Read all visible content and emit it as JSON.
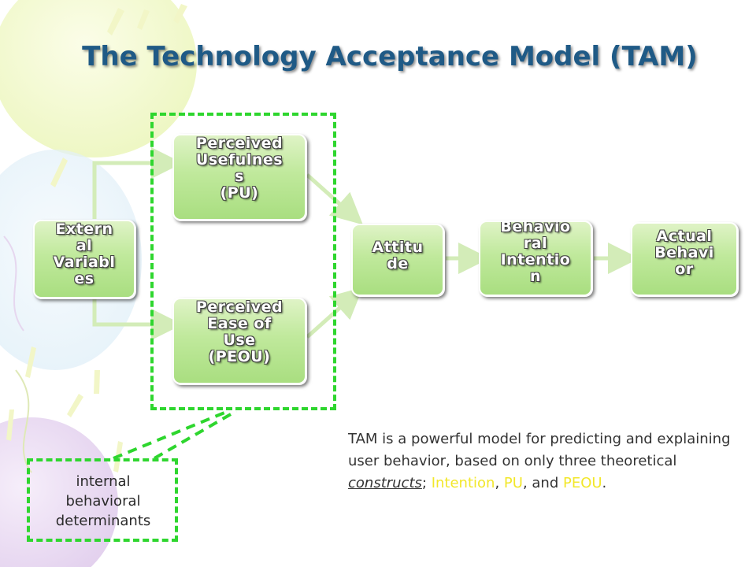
{
  "title": "The Technology Acceptance Model (TAM)",
  "nodes": {
    "external": "Extern\nal\nVariabl\nes",
    "pu": "Perceived\nUsefulnes\ns\n(PU)",
    "peou": "Perceived\nEase of\nUse\n(PEOU)",
    "attitude": "Attitu\nde",
    "intention": "Behavio\nral\nIntentio\nn",
    "actual": "Actual\nBehavi\nor"
  },
  "determinants_label": "internal\nbehavioral\ndeterminants",
  "description": {
    "part1": "TAM is a powerful model for predicting and explaining user behavior, based on only three  theoretical ",
    "constructs": "constructs",
    "sep1": "; ",
    "intention": "Intention",
    "sep2": ", ",
    "pu": "PU",
    "sep3": ", and ",
    "peou": "PEOU",
    "end": "."
  },
  "colors": {
    "title": "#1f5a86",
    "node_fill": "#b8e592",
    "arrow": "#d3ecb8",
    "dash": "#2ed62e",
    "highlight": "#f2e72a"
  }
}
